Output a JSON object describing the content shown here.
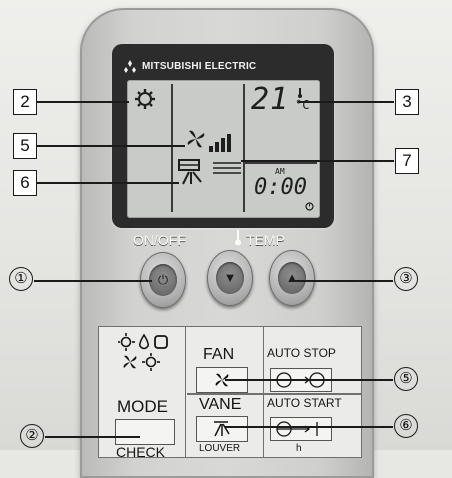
{
  "brand": {
    "name": "MITSUBISHI ELECTRIC",
    "logo_icon": "three-diamond-logo-icon"
  },
  "lcd": {
    "temperature": "21",
    "temp_unit": "°C",
    "am_label": "AM",
    "clock": "0:00"
  },
  "buttons": {
    "on_off_label": "ON/OFF",
    "temp_label": "TEMP"
  },
  "panel": {
    "mode_label": "MODE",
    "fan_label": "FAN",
    "vane_label": "VANE",
    "auto_stop_label": "AUTO STOP",
    "auto_start_label": "AUTO START",
    "check_label": "CHECK",
    "louver_label": "LOUVER"
  },
  "callouts": {
    "box_2": "2",
    "box_3": "3",
    "box_5": "5",
    "box_6": "6",
    "box_7": "7",
    "circle_1": "①",
    "circle_2": "②",
    "circle_3": "③",
    "circle_5": "⑤",
    "circle_6": "⑥"
  }
}
